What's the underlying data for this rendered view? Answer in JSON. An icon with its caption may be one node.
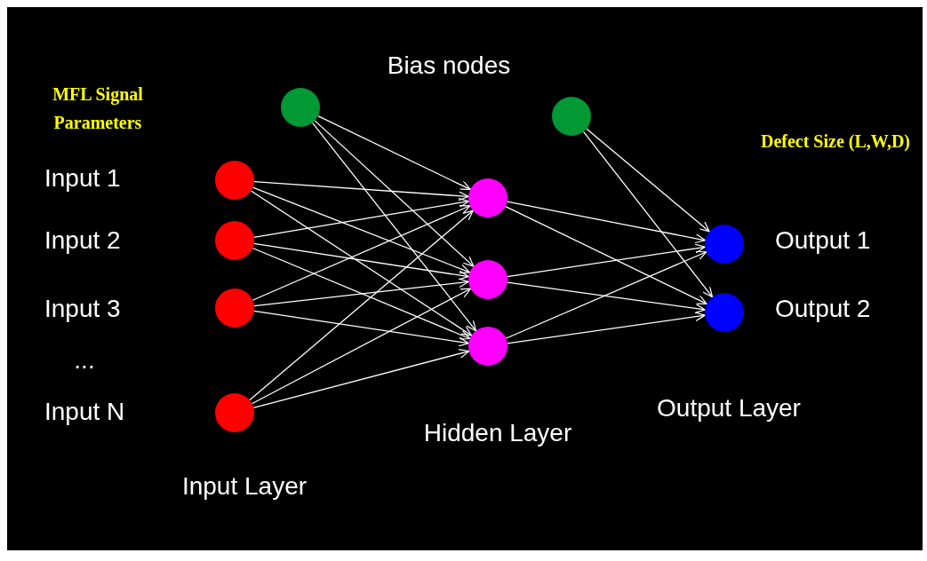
{
  "diagram": {
    "nodes": [
      {
        "text": [],
        "shape": "circle"
      },
      {
        "text": [],
        "shape": "circle"
      },
      {
        "text": [],
        "shape": "circle",
        "beside": [
          "Input 1"
        ]
      },
      {
        "text": [],
        "shape": "circle",
        "beside": [
          "Input 2"
        ]
      },
      {
        "text": [],
        "shape": "circle",
        "beside": [
          "Input 3"
        ]
      },
      {
        "text": [],
        "shape": "circle",
        "beside": [
          "Input N"
        ]
      },
      {
        "text": [],
        "shape": "circle"
      },
      {
        "text": [],
        "shape": "circle"
      },
      {
        "text": [],
        "shape": "circle"
      },
      {
        "text": [],
        "shape": "circle",
        "beside": [
          "Output 1"
        ]
      },
      {
        "text": [],
        "shape": "circle",
        "beside": [
          "Output 2"
        ]
      }
    ],
    "edges": [
      {
        "from": 0,
        "to": 6,
        "arrow": "to"
      },
      {
        "from": 0,
        "to": 7,
        "arrow": "to"
      },
      {
        "from": 0,
        "to": 8,
        "arrow": "to"
      },
      {
        "from": 2,
        "to": 6,
        "arrow": "to"
      },
      {
        "from": 2,
        "to": 7,
        "arrow": "to"
      },
      {
        "from": 2,
        "to": 8,
        "arrow": "to"
      },
      {
        "from": 3,
        "to": 6,
        "arrow": "to"
      },
      {
        "from": 3,
        "to": 7,
        "arrow": "to"
      },
      {
        "from": 3,
        "to": 8,
        "arrow": "to"
      },
      {
        "from": 4,
        "to": 6,
        "arrow": "to"
      },
      {
        "from": 4,
        "to": 7,
        "arrow": "to"
      },
      {
        "from": 4,
        "to": 8,
        "arrow": "to"
      },
      {
        "from": 5,
        "to": 6,
        "arrow": "to"
      },
      {
        "from": 5,
        "to": 7,
        "arrow": "to"
      },
      {
        "from": 5,
        "to": 8,
        "arrow": "to"
      },
      {
        "from": 6,
        "to": 9,
        "arrow": "to"
      },
      {
        "from": 6,
        "to": 10,
        "arrow": "to"
      },
      {
        "from": 7,
        "to": 9,
        "arrow": "to"
      },
      {
        "from": 7,
        "to": 10,
        "arrow": "to"
      },
      {
        "from": 8,
        "to": 9,
        "arrow": "to"
      },
      {
        "from": 8,
        "to": 10,
        "arrow": "to"
      },
      {
        "from": 1,
        "to": 9,
        "arrow": "to"
      },
      {
        "from": 1,
        "to": 10,
        "arrow": "to"
      }
    ],
    "labels": [
      "Bias nodes",
      "MFL Signal Parameters",
      "Defect Size (L,W,D)",
      "...",
      "Output Layer",
      "Hidden Layer",
      "Input Layer"
    ]
  }
}
